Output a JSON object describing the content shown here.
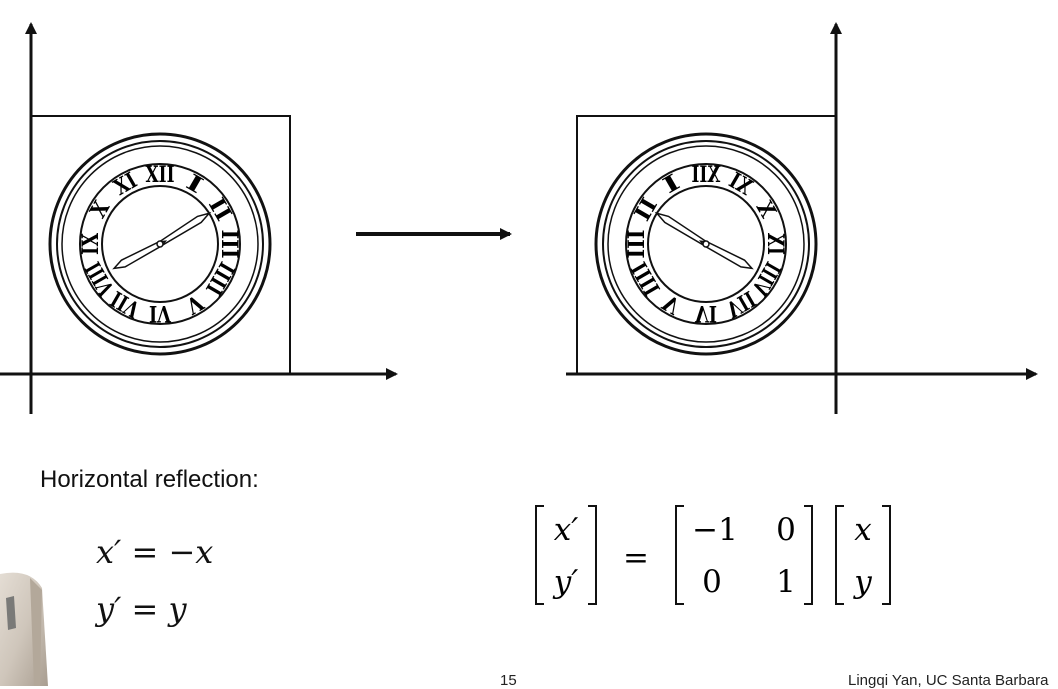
{
  "caption": "Horizontal reflection:",
  "equations": {
    "line1": "x′ = −x",
    "line2": "y′ = y"
  },
  "matrix": {
    "lhs": [
      "x′",
      "y′"
    ],
    "equals": "=",
    "m": [
      [
        "−1",
        "0"
      ],
      [
        "0",
        "1"
      ]
    ],
    "rhs": [
      "x",
      "y"
    ]
  },
  "clock_numerals": [
    "XII",
    "I",
    "II",
    "III",
    "IIII",
    "V",
    "VI",
    "VII",
    "VIII",
    "IX",
    "X",
    "XI"
  ],
  "footer": {
    "page": "15",
    "credit": "Lingqi Yan, UC Santa Barbara"
  }
}
